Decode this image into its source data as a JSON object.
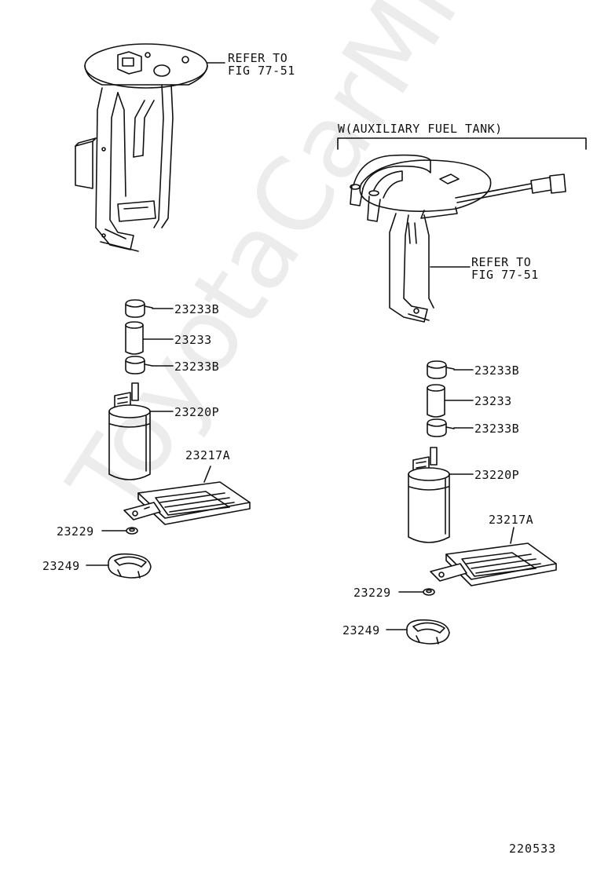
{
  "watermark": "ToyotaCarMine.ru",
  "figure_number": "220533",
  "aux_tank_label": "W(AUXILIARY FUEL TANK)",
  "refer_left": {
    "line1": "REFER TO",
    "line2": "FIG 77-51"
  },
  "refer_right": {
    "line1": "REFER TO",
    "line2": "FIG 77-51"
  },
  "left_parts": {
    "clamp_top": "23233B",
    "hose": "23233",
    "clamp_bottom": "23233B",
    "pump": "23220P",
    "filter": "23217A",
    "washer": "23229",
    "cushion": "23249"
  },
  "right_parts": {
    "clamp_top": "23233B",
    "hose": "23233",
    "clamp_bottom": "23233B",
    "pump": "23220P",
    "filter": "23217A",
    "washer": "23229",
    "cushion": "23249"
  }
}
